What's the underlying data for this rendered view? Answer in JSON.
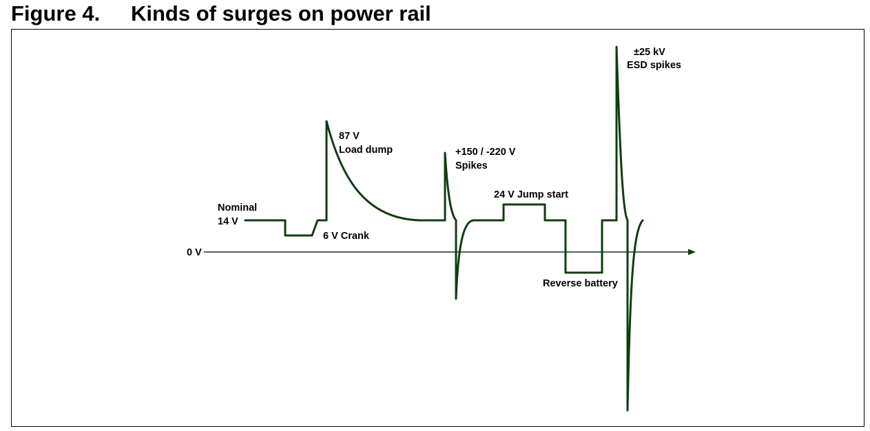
{
  "figure": {
    "number": "Figure 4.",
    "title": "Kinds of surges on power rail"
  },
  "colors": {
    "waveform": "#0f3d0f",
    "axis": "#0f3d0f",
    "frame": "#000000",
    "text": "#000000"
  },
  "axis": {
    "zero_label": "0 V"
  },
  "labels": {
    "nominal_line1": "Nominal",
    "nominal_line2": "14 V",
    "crank": "6 V Crank",
    "load_dump_value": "87 V",
    "load_dump_name": "Load dump",
    "spikes_value": "+150 / -220 V",
    "spikes_name": "Spikes",
    "jump_start": "24 V Jump start",
    "reverse_battery": "Reverse battery",
    "esd_value": "±25 kV",
    "esd_name": "ESD spikes"
  }
}
